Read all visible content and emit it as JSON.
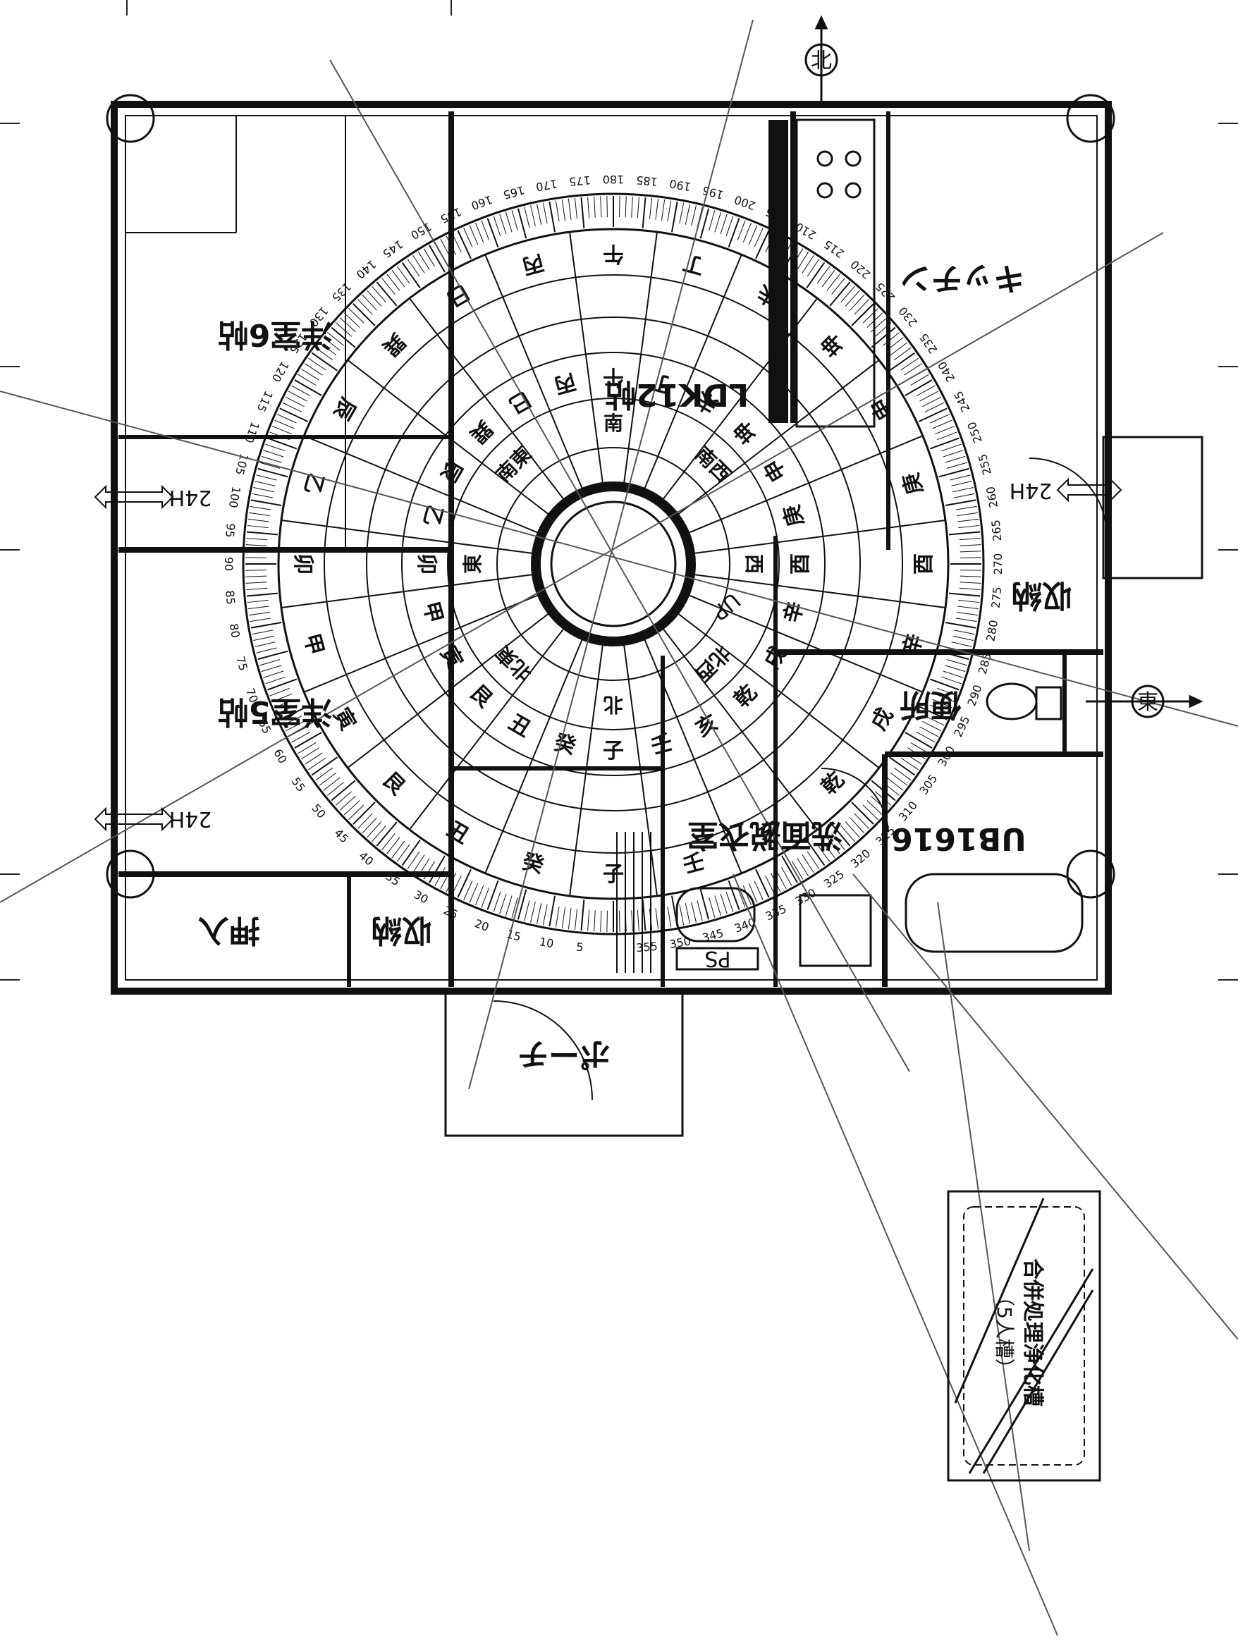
{
  "rooms": {
    "western_6": "洋室6帖",
    "western_5": "洋室5帖",
    "ldk": "LDK12帖",
    "kitchen": "キッチン",
    "storage_right": "収納",
    "storage_bottom": "収納",
    "closet": "押入",
    "toilet": "便所",
    "bath_unit": "UB1616",
    "wash_room": "洗面脱衣室",
    "entrance": "ポーチ",
    "ps": "PS",
    "up": "UP",
    "septic": "合併処理浄化槽",
    "septic_sub": "（5人槽）"
  },
  "vents": [
    "24H",
    "24H",
    "24H"
  ],
  "compass_marks": [
    "北",
    "東"
  ],
  "ring_main_directions": [
    "南",
    "南西",
    "西",
    "北西",
    "北",
    "北東",
    "東",
    "南東"
  ],
  "ring_mountains": [
    "子",
    "癸",
    "丑",
    "艮",
    "寅",
    "甲",
    "卯",
    "乙",
    "辰",
    "巽",
    "巳",
    "丙",
    "午",
    "丁",
    "未",
    "坤",
    "申",
    "庚",
    "酉",
    "辛",
    "戌",
    "乾",
    "亥",
    "壬"
  ],
  "degree_labels": [
    "5",
    "10",
    "15",
    "20",
    "25",
    "30",
    "35",
    "40",
    "45",
    "50",
    "55",
    "60",
    "65",
    "70",
    "75",
    "80",
    "85",
    "90",
    "95",
    "100",
    "105",
    "110",
    "115",
    "120",
    "125",
    "130",
    "135",
    "140",
    "145",
    "150",
    "155",
    "160",
    "165",
    "170",
    "175",
    "180",
    "185",
    "190",
    "195",
    "200",
    "205",
    "210",
    "215",
    "220",
    "225",
    "230",
    "235",
    "240",
    "245",
    "250",
    "255",
    "260",
    "265",
    "270",
    "275",
    "280",
    "285",
    "290",
    "295",
    "300",
    "305",
    "310",
    "315",
    "320",
    "325",
    "330",
    "335",
    "340",
    "345",
    "350",
    "355"
  ]
}
